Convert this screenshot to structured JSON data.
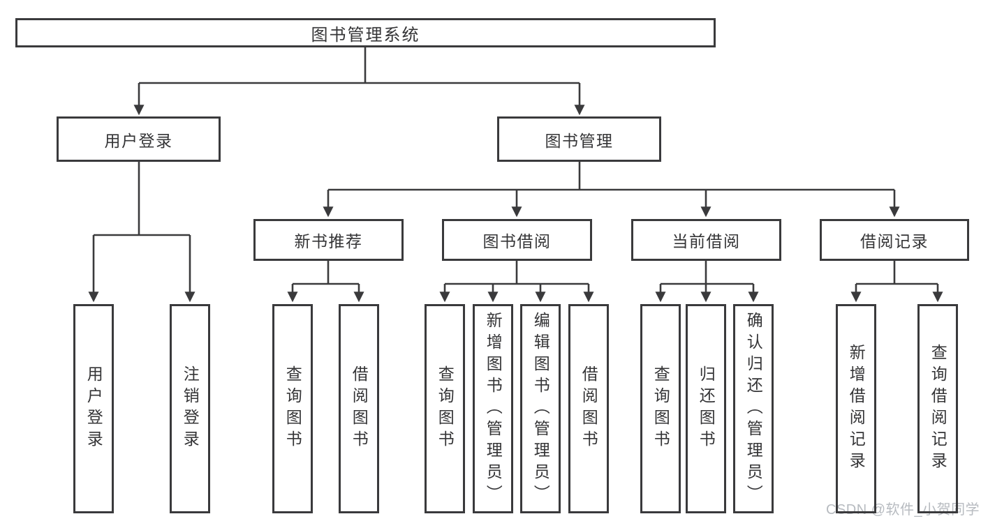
{
  "nodes": {
    "root": "图书管理系统",
    "level2": {
      "login": "用户登录",
      "management": "图书管理"
    },
    "level3": [
      "新书推荐",
      "图书借阅",
      "当前借阅",
      "借阅记录"
    ],
    "leaves": {
      "login": [
        "用户登录",
        "注销登录"
      ],
      "recommend": [
        "查询图书",
        "借阅图书"
      ],
      "borrowing": [
        "查询图书",
        "新增图书（管理员）",
        "编辑图书（管理员）",
        "借阅图书"
      ],
      "current": [
        "查询图书",
        "归还图书",
        "确认归还（管理员）"
      ],
      "records": [
        "新增借阅记录",
        "查询借阅记录"
      ]
    }
  },
  "watermark": "CSDN @软件_小贺同学",
  "colors": {
    "line": "#3a3a3c",
    "text": "#343436",
    "watermark": "#b7bbc0",
    "background": "#ffffff"
  }
}
